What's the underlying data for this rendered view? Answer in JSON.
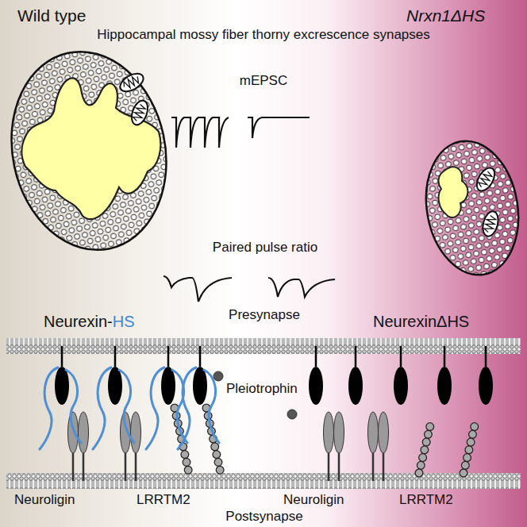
{
  "diagram": {
    "title": "Hippocampal mossy fiber thorny excrescence synapses",
    "labels": [
      "Wild type",
      "Nrxn1ΔHS",
      "mEPSC",
      "Paired pulse ratio",
      "Presynapse",
      "Neurexin-HS",
      "NeurexinΔHS",
      "Pleiotrophin",
      "Neuroligin",
      "LRRTM2",
      "Neuroligin",
      "LRRTM2",
      "Postsynapse"
    ]
  }
}
